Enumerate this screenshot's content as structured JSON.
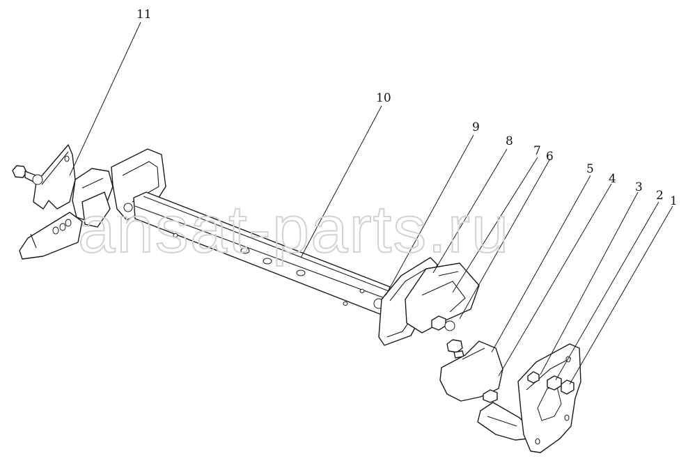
{
  "watermark": "ansat-parts.ru",
  "callouts": [
    {
      "id": "1",
      "label": "1"
    },
    {
      "id": "2",
      "label": "2"
    },
    {
      "id": "3",
      "label": "3"
    },
    {
      "id": "4",
      "label": "4"
    },
    {
      "id": "5",
      "label": "5"
    },
    {
      "id": "6",
      "label": "6"
    },
    {
      "id": "7",
      "label": "7"
    },
    {
      "id": "8",
      "label": "8"
    },
    {
      "id": "9",
      "label": "9"
    },
    {
      "id": "10",
      "label": "10"
    },
    {
      "id": "11",
      "label": "11"
    }
  ]
}
